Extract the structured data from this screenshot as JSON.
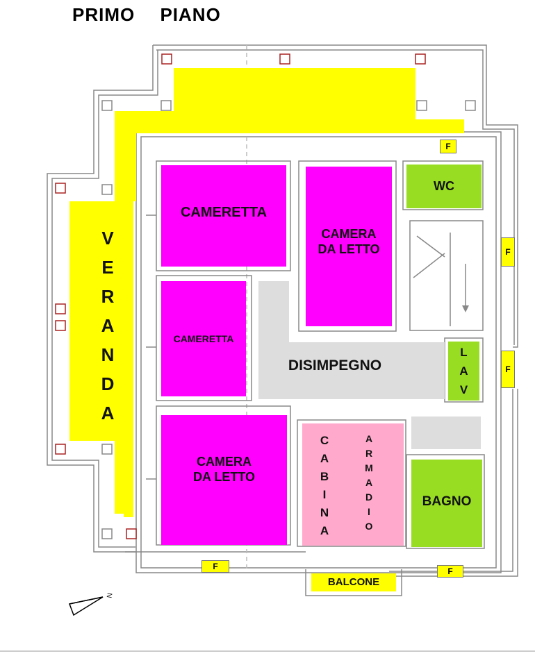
{
  "title": "PRIMO   PIANO",
  "rooms": {
    "veranda": "VERANDA",
    "cameretta_1": "CAMERETTA",
    "cameretta_2": "CAMERETTA",
    "camera_letto_1": "CAMERA\nDA LETTO",
    "camera_letto_2": "CAMERA\nDA LETTO",
    "wc": "WC",
    "disimpegno": "DISIMPEGNO",
    "lav": "LAV",
    "cabina": "CABINA",
    "armadio": "ARMADIO",
    "bagno": "BAGNO",
    "balcone": "BALCONE"
  },
  "window_marks": [
    "F",
    "F",
    "F",
    "F",
    "F"
  ],
  "north_label": "N",
  "colors": {
    "veranda": "#ffff00",
    "bedrooms": "#ff00ff",
    "wet_rooms": "#99dd22",
    "cabina": "#ffaacc",
    "disimpegno": "#dddddd",
    "walls": "#888888",
    "columns": "#aa2222"
  }
}
